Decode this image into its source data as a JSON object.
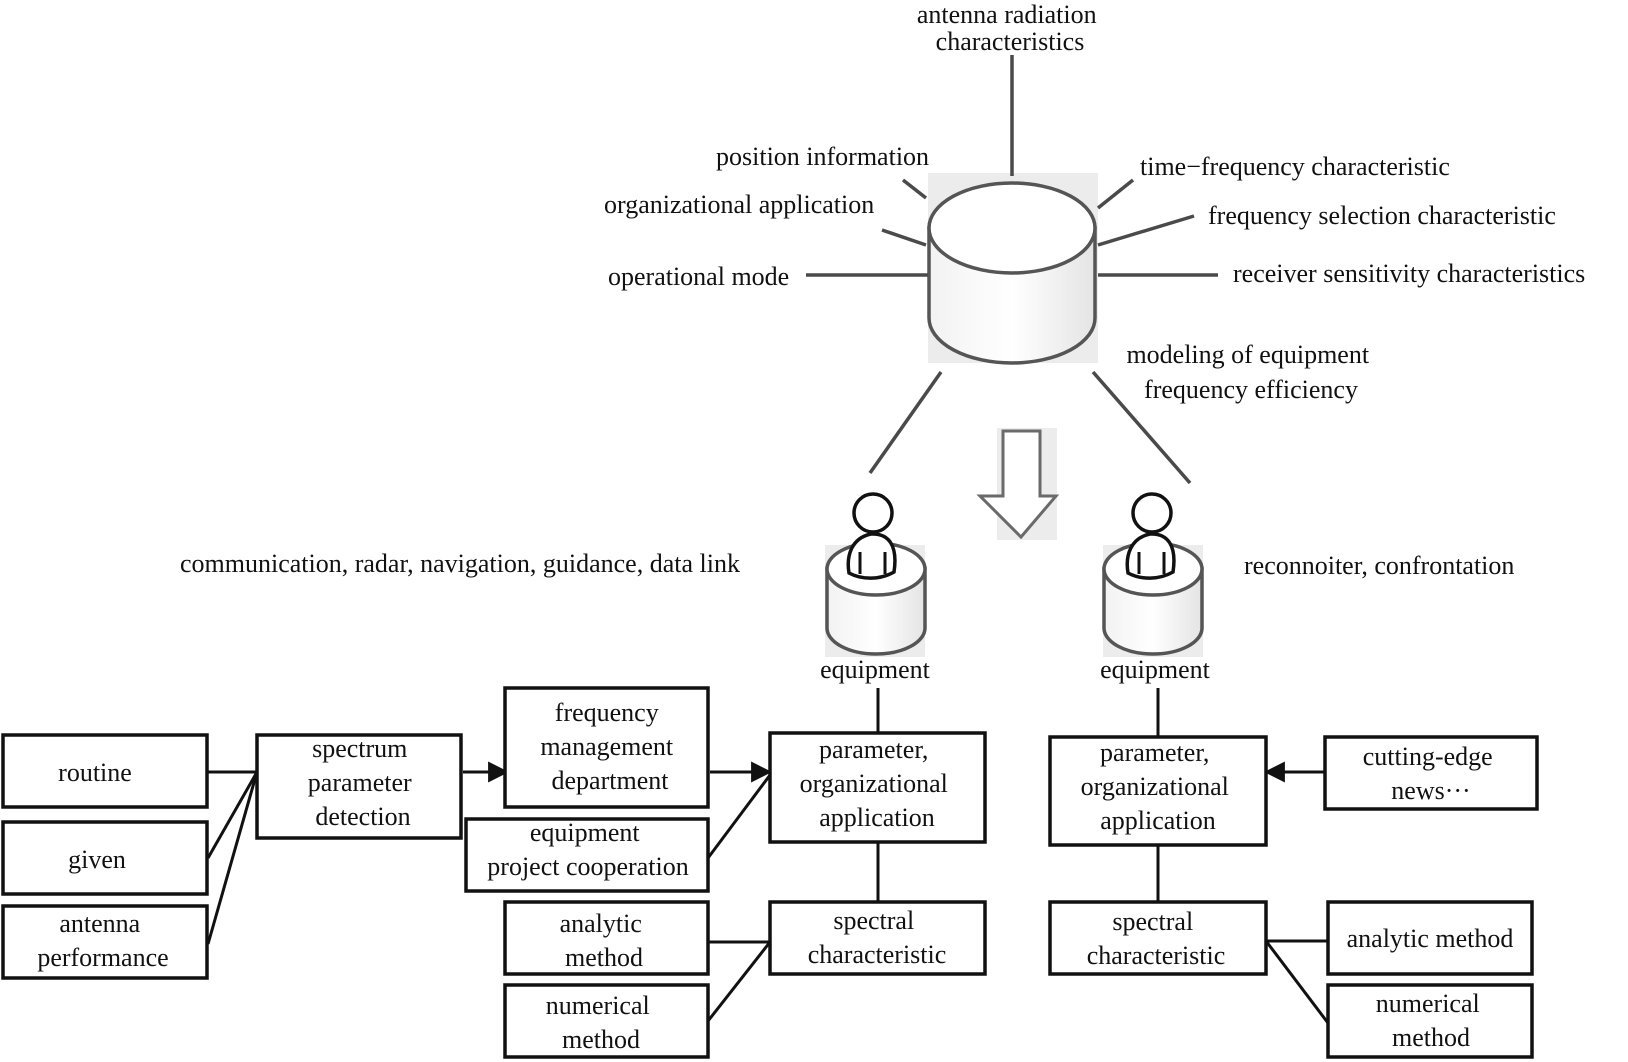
{
  "central_node": {
    "spokes": {
      "antenna_radiation": [
        "antenna radiation",
        "characteristics"
      ],
      "position_information": "position information",
      "organizational_application": "organizational application",
      "operational_mode": "operational mode",
      "time_frequency": "time−frequency characteristic",
      "frequency_selection": "frequency selection characteristic",
      "receiver_sensitivity": "receiver sensitivity characteristics"
    },
    "modeling_label": [
      "modeling of equipment",
      "frequency efficiency"
    ]
  },
  "left_equipment": {
    "types": "communication, radar, navigation, guidance, data link",
    "label": "equipment"
  },
  "right_equipment": {
    "types": "reconnoiter, confrontation",
    "label": "equipment"
  },
  "left_flow": {
    "routine": "routine",
    "given": "given",
    "antenna_performance": [
      "antenna",
      "performance"
    ],
    "spectrum_parameter_detection": [
      "spectrum",
      "parameter",
      "detection"
    ],
    "frequency_management": [
      "frequency",
      "management",
      "department"
    ],
    "equipment_project": [
      "equipment",
      "project cooperation"
    ],
    "parameter_org_app": [
      "parameter,",
      "organizational",
      "application"
    ],
    "spectral_characteristic": [
      "spectral",
      "characteristic"
    ],
    "analytic_method": [
      "analytic",
      "method"
    ],
    "numerical_method": [
      "numerical",
      "method"
    ]
  },
  "right_flow": {
    "parameter_org_app": [
      "parameter,",
      "organizational",
      "application"
    ],
    "cutting_edge": [
      "cutting-edge",
      "news···"
    ],
    "spectral_characteristic": [
      "spectral",
      "characteristic"
    ],
    "analytic_method": "analytic method",
    "numerical_method": [
      "numerical",
      "method"
    ]
  }
}
